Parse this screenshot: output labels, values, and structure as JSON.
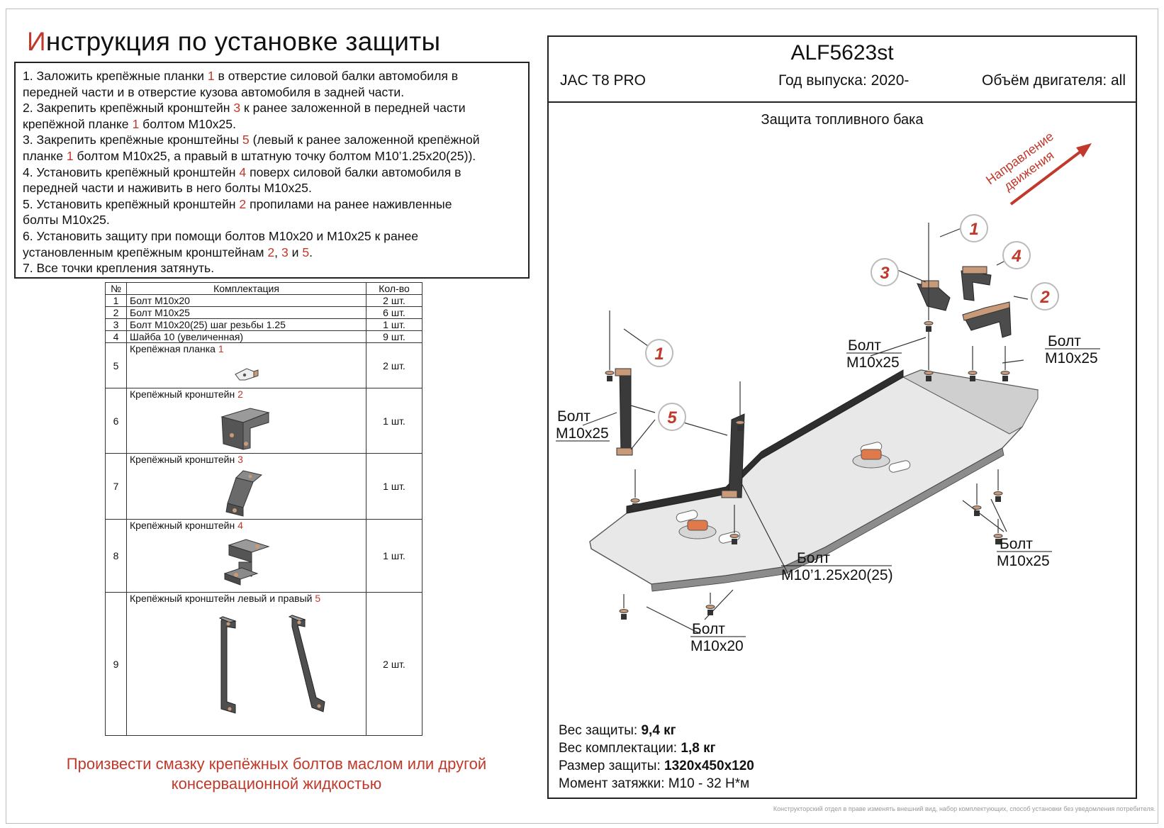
{
  "title": {
    "first": "И",
    "rest": "нструкция по установке защиты"
  },
  "instructions": [
    [
      "1. Заложить крепёжные планки ",
      "1",
      " в отверстие силовой балки автомобиля в"
    ],
    [
      "передней части и в отверстие кузова автомобиля в задней части."
    ],
    [
      "2. Закрепить крепёжный кронштейн ",
      "3",
      " к ранее заложенной в передней части"
    ],
    [
      "крепёжной планке ",
      "1",
      " болтом М10х25."
    ],
    [
      "3. Закрепить крепёжные кронштейны ",
      "5",
      " (левый к ранее заложенной крепёжной"
    ],
    [
      "планке ",
      "1",
      " болтом М10х25, а правый в штатную точку болтом М10’1.25х20(25))."
    ],
    [
      "4. Установить крепёжный кронштейн ",
      "4",
      " поверх силовой балки автомобиля в"
    ],
    [
      "передней части и наживить в него болты М10х25."
    ],
    [
      "5. Установить крепёжный кронштейн ",
      "2",
      " пропилами на ранее наживленные"
    ],
    [
      "болты М10х25."
    ],
    [
      "6. Установить защиту при помощи болтов М10х20 и М10х25 к ранее"
    ],
    [
      "установленным крепёжным кронштейнам ",
      "2",
      ", ",
      "3",
      " и ",
      "5",
      "."
    ],
    [
      "7. Все точки крепления затянуть."
    ]
  ],
  "kit": {
    "headers": {
      "num": "№",
      "name": "Комплектация",
      "qty": "Кол-во"
    },
    "rows": [
      {
        "num": "1",
        "name": "Болт М10х20",
        "ref": "",
        "qty": "2 шт."
      },
      {
        "num": "2",
        "name": "Болт М10х25",
        "ref": "",
        "qty": "6 шт."
      },
      {
        "num": "3",
        "name": "Болт М10х20(25) шаг резьбы 1.25",
        "ref": "",
        "qty": "1 шт."
      },
      {
        "num": "4",
        "name": "Шайба 10 (увеличенная)",
        "ref": "",
        "qty": "9 шт."
      },
      {
        "num": "5",
        "name": "Крепёжная планка ",
        "ref": "1",
        "qty": "2 шт."
      },
      {
        "num": "6",
        "name": "Крепёжный кронштейн ",
        "ref": "2",
        "qty": "1 шт."
      },
      {
        "num": "7",
        "name": "Крепёжный кронштейн ",
        "ref": "3",
        "qty": "1 шт."
      },
      {
        "num": "8",
        "name": "Крепёжный кронштейн ",
        "ref": "4",
        "qty": "1 шт."
      },
      {
        "num": "9",
        "name": "Крепёжный кронштейн левый и правый ",
        "ref": "5",
        "qty": "2 шт."
      }
    ]
  },
  "footnote": [
    "Произвести смазку крепёжных болтов маслом или другой",
    "консервационной жидкостью"
  ],
  "product": {
    "code": "ALF5623st",
    "model": "JAC T8 PRO",
    "year": "Год выпуска: 2020-",
    "engine": "Объём двигателя: all",
    "subtitle": "Защита топливного бака"
  },
  "direction": [
    "Направление",
    "движения"
  ],
  "callouts": {
    "bolt_word": "Болт",
    "m10x25": "М10х25",
    "m10x20": "М10х20",
    "m10_125": "М10’1.25х20(25)"
  },
  "part_numbers": [
    "1",
    "1",
    "2",
    "3",
    "4",
    "5"
  ],
  "specs": [
    {
      "label": "Вес защиты: ",
      "value": "9,4 кг"
    },
    {
      "label": "Вес комплектации: ",
      "value": "1,8 кг"
    },
    {
      "label": "Размер защиты: ",
      "value": "1320х450х120"
    },
    {
      "label": "Момент затяжки:  ",
      "value": "М10 - 32 Н*м"
    }
  ],
  "disclaimer": "Конструкторский отдел в праве изменять внешний вид, набор комплектующих, способ установки без уведомления потребителя.",
  "colors": {
    "accent": "#c0392b",
    "plate": "#e6e6e6",
    "bracket": "#3d3d3d",
    "copper": "#c89a7a"
  }
}
